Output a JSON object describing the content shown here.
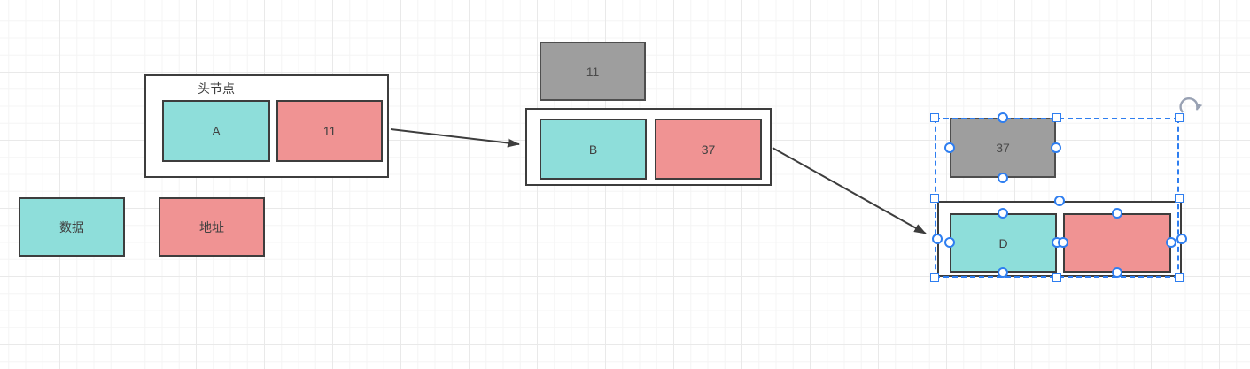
{
  "colors": {
    "data_fill": "#8EDEDA",
    "address_fill": "#F09393",
    "pointer_fill": "#9E9E9E",
    "stroke": "#3D3D3D",
    "selection": "#2E7EF0",
    "text": "#404040"
  },
  "nodes": {
    "head": {
      "title": "头节点",
      "data": "A",
      "address": "11"
    },
    "b": {
      "pointer": "11",
      "data": "B",
      "address": "37"
    },
    "d": {
      "pointer": "37",
      "data": "D",
      "address": ""
    }
  },
  "legend": {
    "data_label": "数据",
    "address_label": "地址"
  }
}
